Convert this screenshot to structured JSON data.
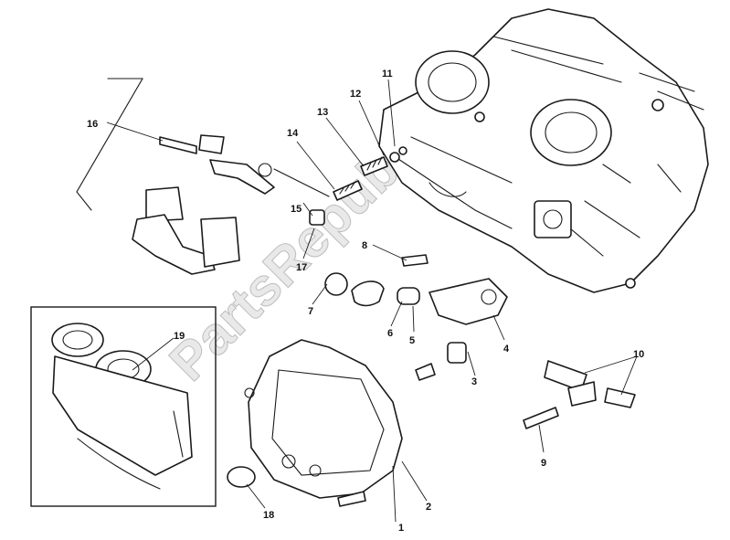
{
  "diagram": {
    "watermark": "PartsRepublik",
    "callouts": [
      "1",
      "2",
      "3",
      "4",
      "5",
      "6",
      "7",
      "8",
      "9",
      "10",
      "11",
      "12",
      "13",
      "14",
      "15",
      "16",
      "17",
      "18",
      "19"
    ]
  }
}
